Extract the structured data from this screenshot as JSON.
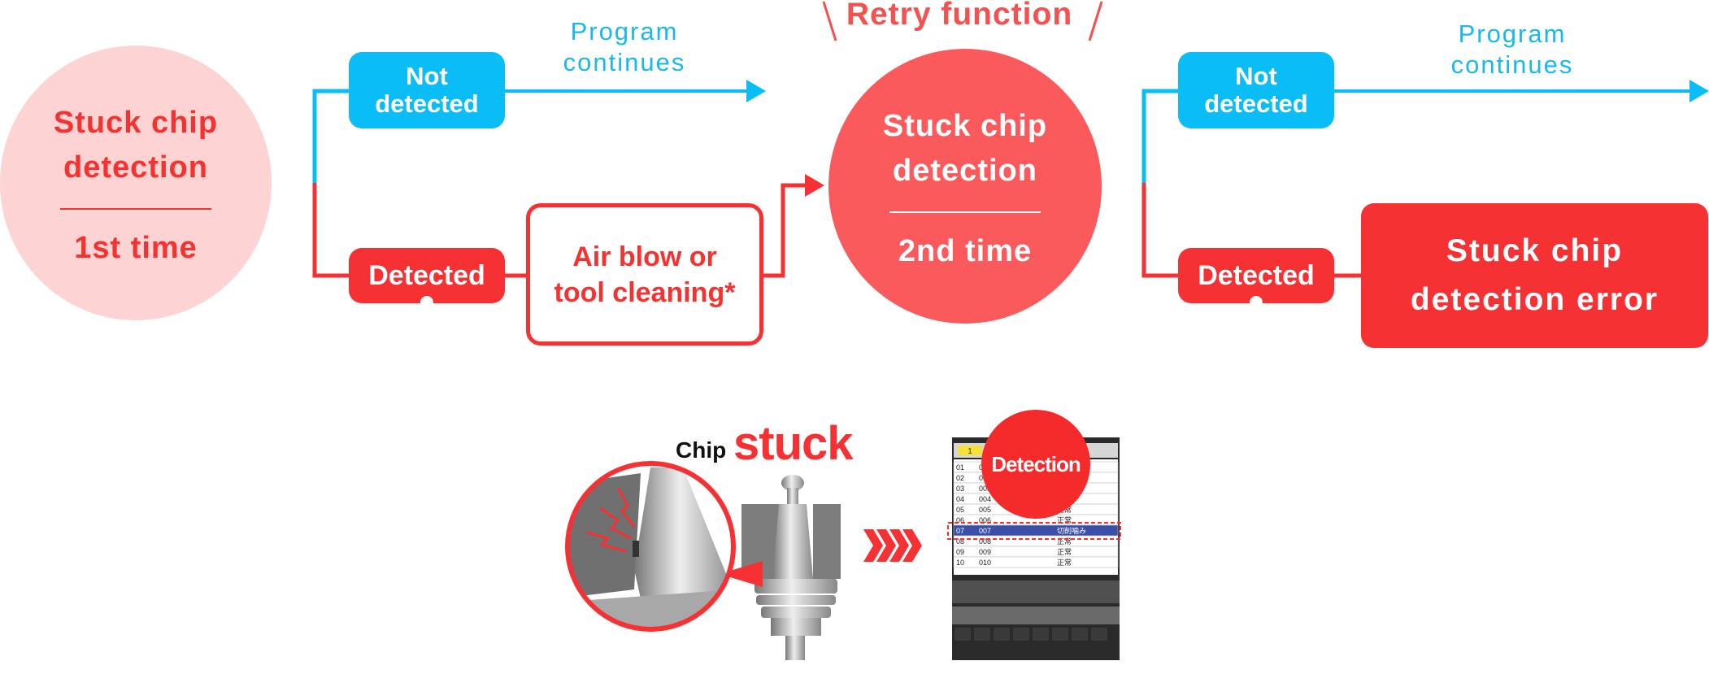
{
  "colors": {
    "red": "#f63134",
    "blue": "#0bbdf7",
    "pink": "#fdd3d3",
    "coral": "#fa5a5c"
  },
  "first_circle": {
    "title": "Stuck chip\ndetection",
    "subtitle": "1st time"
  },
  "retry_label": "Retry function",
  "second_circle": {
    "title": "Stuck chip\ndetection",
    "subtitle": "2nd time"
  },
  "branch1": {
    "not_detected": "Not\ndetected",
    "program_continues": "Program\ncontinues",
    "detected": "Detected",
    "action": "Air blow or\ntool cleaning*"
  },
  "branch2": {
    "not_detected": "Not\ndetected",
    "program_continues": "Program\ncontinues",
    "detected": "Detected",
    "error": "Stuck chip\ndetection error"
  },
  "illustration": {
    "chip_label": "Chip",
    "stuck_label": "stuck",
    "detection_label": "Detection",
    "screen_tab": "1",
    "screen_rows": [
      [
        "01",
        "001",
        ""
      ],
      [
        "02",
        "002",
        ""
      ],
      [
        "03",
        "003",
        ""
      ],
      [
        "04",
        "004",
        ""
      ],
      [
        "05",
        "005",
        "正常"
      ],
      [
        "06",
        "006",
        "正常"
      ],
      [
        "07",
        "007",
        "切削噛み"
      ],
      [
        "08",
        "008",
        "正常"
      ],
      [
        "09",
        "009",
        "正常"
      ],
      [
        "10",
        "010",
        "正常"
      ]
    ],
    "highlighted_row": "07"
  }
}
